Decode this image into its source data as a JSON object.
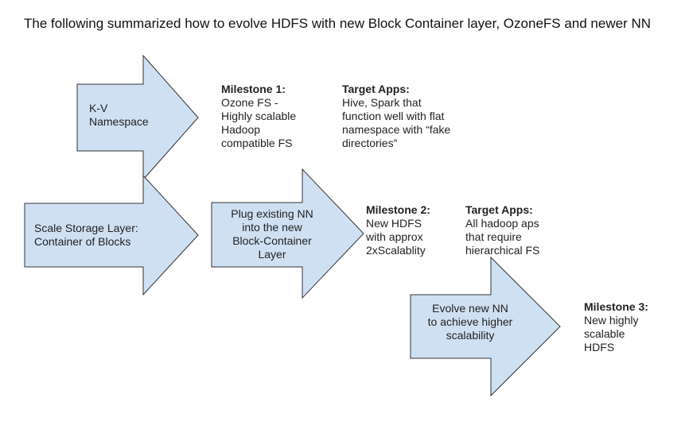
{
  "intro": "The following summarized how to evolve HDFS with new Block Container layer, OzoneFS and newer NN",
  "arrows": [
    {
      "lines": [
        "K-V",
        "Namespace"
      ]
    },
    {
      "lines": [
        "Scale Storage Layer:",
        "Container of Blocks"
      ]
    },
    {
      "lines": [
        "Plug existing NN",
        "into the new",
        "Block-Container",
        "Layer"
      ]
    },
    {
      "lines": [
        "Evolve new NN",
        "to achieve higher",
        "scalability"
      ]
    }
  ],
  "milestones": [
    {
      "heading": "Milestone 1:",
      "lines": [
        "Ozone FS -",
        "Highly scalable",
        "Hadoop",
        "compatible FS"
      ]
    },
    {
      "heading": "Milestone 2:",
      "lines": [
        "New HDFS",
        "with approx",
        "2xScalablity"
      ]
    },
    {
      "heading": "Milestone 3:",
      "lines": [
        "New highly",
        "scalable",
        "HDFS"
      ]
    }
  ],
  "target_apps": [
    {
      "heading": "Target Apps:",
      "lines": [
        "Hive, Spark that",
        "function well with flat",
        "namespace with “fake",
        "directories”"
      ]
    },
    {
      "heading": "Target Apps:",
      "lines": [
        "All hadoop aps",
        "that require",
        "hierarchical FS"
      ]
    }
  ],
  "colors": {
    "arrow_fill": "#cfe0f3",
    "arrow_stroke": "#333333"
  }
}
